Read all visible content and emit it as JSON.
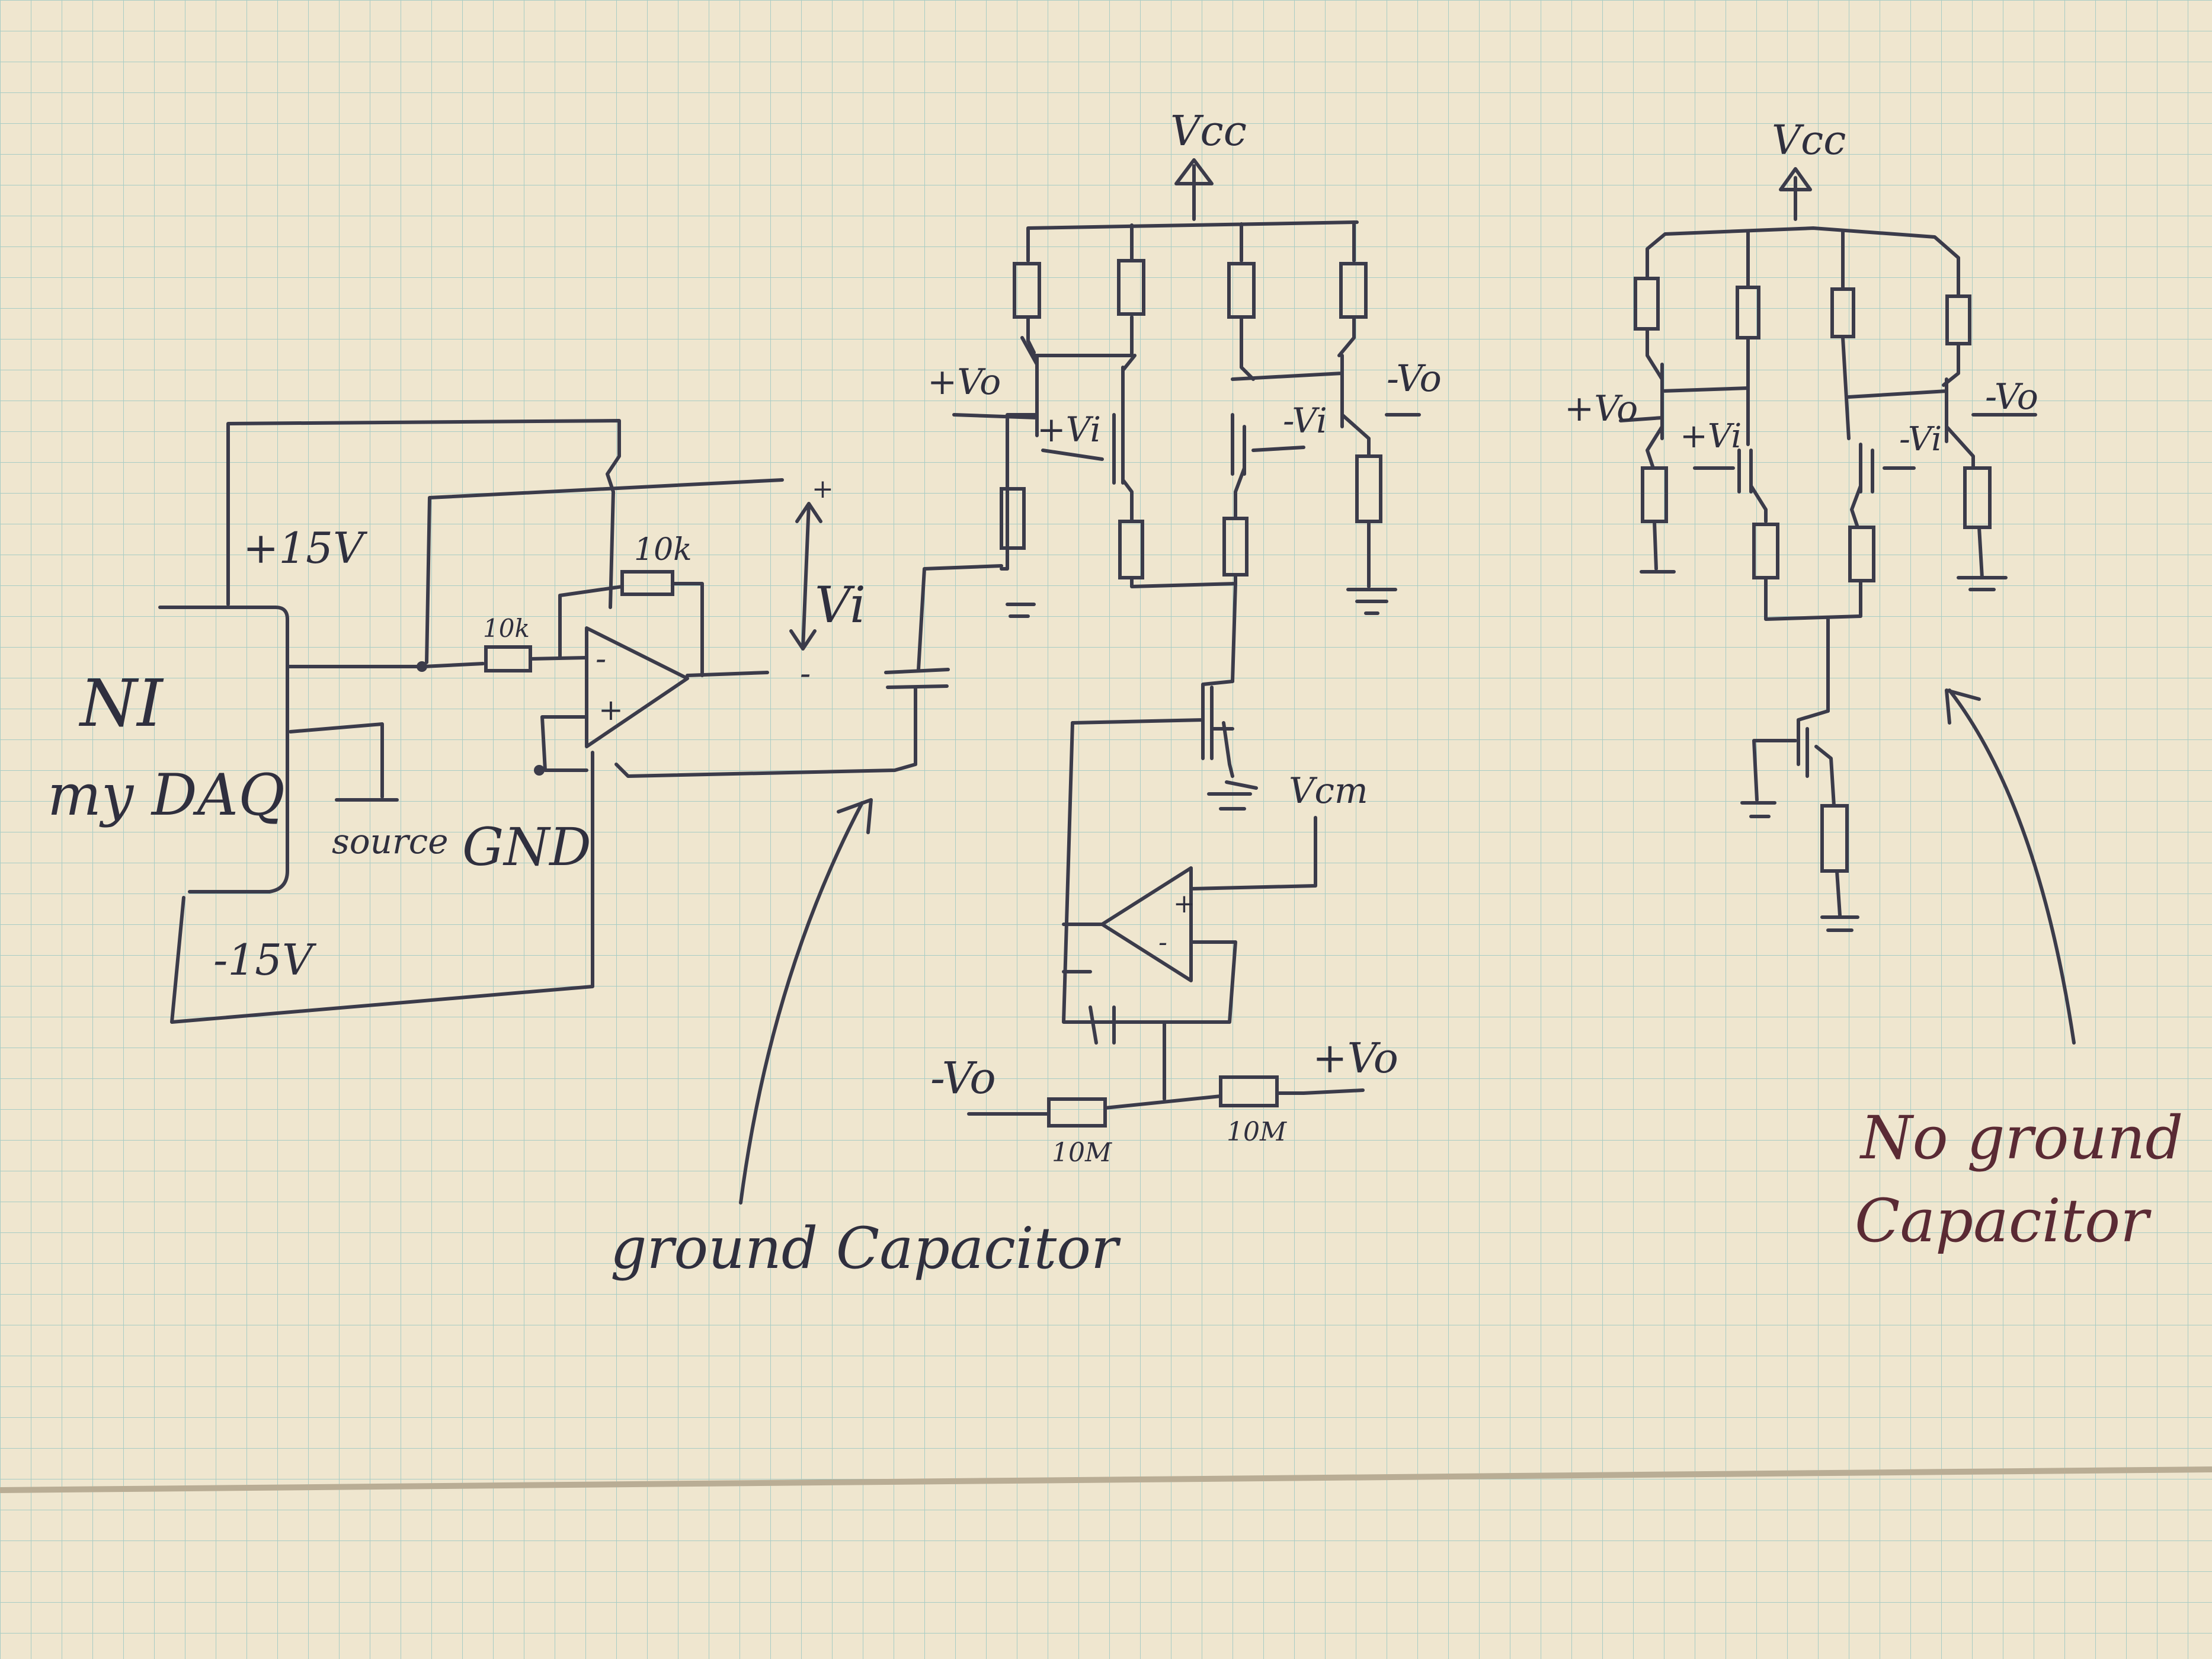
{
  "colors": {
    "paper": "#efe6cf",
    "grid": "#9cc7c2",
    "ink": "#3b3b4a",
    "note_ink": "#5a2a34"
  },
  "daq": {
    "line1": "NI",
    "line2": "my DAQ"
  },
  "supplies": {
    "pos": "+15V",
    "neg": "-15V"
  },
  "terminals": {
    "source": "source",
    "gnd": "GND"
  },
  "resistors": {
    "r_in": "10k",
    "r_fb": "10k",
    "r_left": "10M",
    "r_right": "10M"
  },
  "signal": {
    "vi": "Vi",
    "plus": "+",
    "minus": "-"
  },
  "opamp": {
    "plus": "+",
    "minus": "-"
  },
  "circuit1": {
    "vcc": "Vcc",
    "plus_vo": "+Vo",
    "minus_vo": "-Vo",
    "plus_vi": "+Vi",
    "minus_vi": "-Vi",
    "vcm": "Vcm",
    "bottom_minus_vo": "-Vo",
    "bottom_plus_vo": "+Vo"
  },
  "circuit2": {
    "vcc": "Vcc",
    "plus_vo": "+Vo",
    "minus_vo": "-Vo",
    "plus_vi": "+Vi",
    "minus_vi": "-Vi"
  },
  "notes": {
    "ground_cap": "ground Capacitor",
    "no_ground_line1": "No ground",
    "no_ground_line2": "Capacitor"
  }
}
